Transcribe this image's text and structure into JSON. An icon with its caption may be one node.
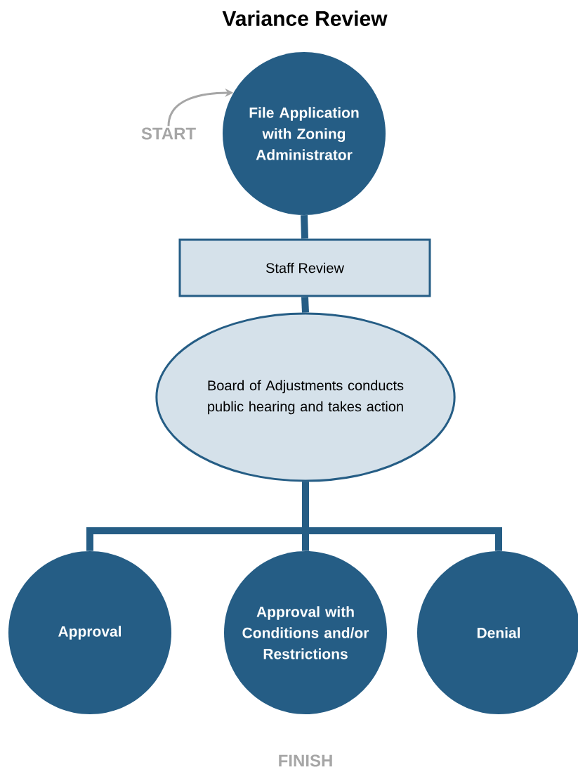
{
  "diagram": {
    "title": "Variance Review",
    "nodes": [
      {
        "text": [
          "START"
        ]
      },
      {
        "text": [
          "File Application with Zoning Administrator"
        ]
      },
      {
        "text": [
          "Staff Review"
        ]
      },
      {
        "text": [
          "Board of Adjustments conducts public hearing and takes action"
        ]
      },
      {
        "text": [
          "Approval"
        ]
      },
      {
        "text": [
          "Approval with Conditions and/or Restrictions"
        ]
      },
      {
        "text": [
          "Denial"
        ]
      }
    ],
    "edges": [
      {
        "from": 0,
        "to": 1,
        "arrow": "to",
        "color": "#a6a6a6"
      },
      {
        "from": 1,
        "to": 2,
        "arrow": "none"
      },
      {
        "from": 2,
        "to": 3,
        "arrow": "none"
      },
      {
        "from": 3,
        "to": 4,
        "arrow": "none"
      },
      {
        "from": 3,
        "to": 5,
        "arrow": "none"
      },
      {
        "from": 3,
        "to": 6,
        "arrow": "none"
      }
    ],
    "labels": [
      "FINISH"
    ]
  }
}
